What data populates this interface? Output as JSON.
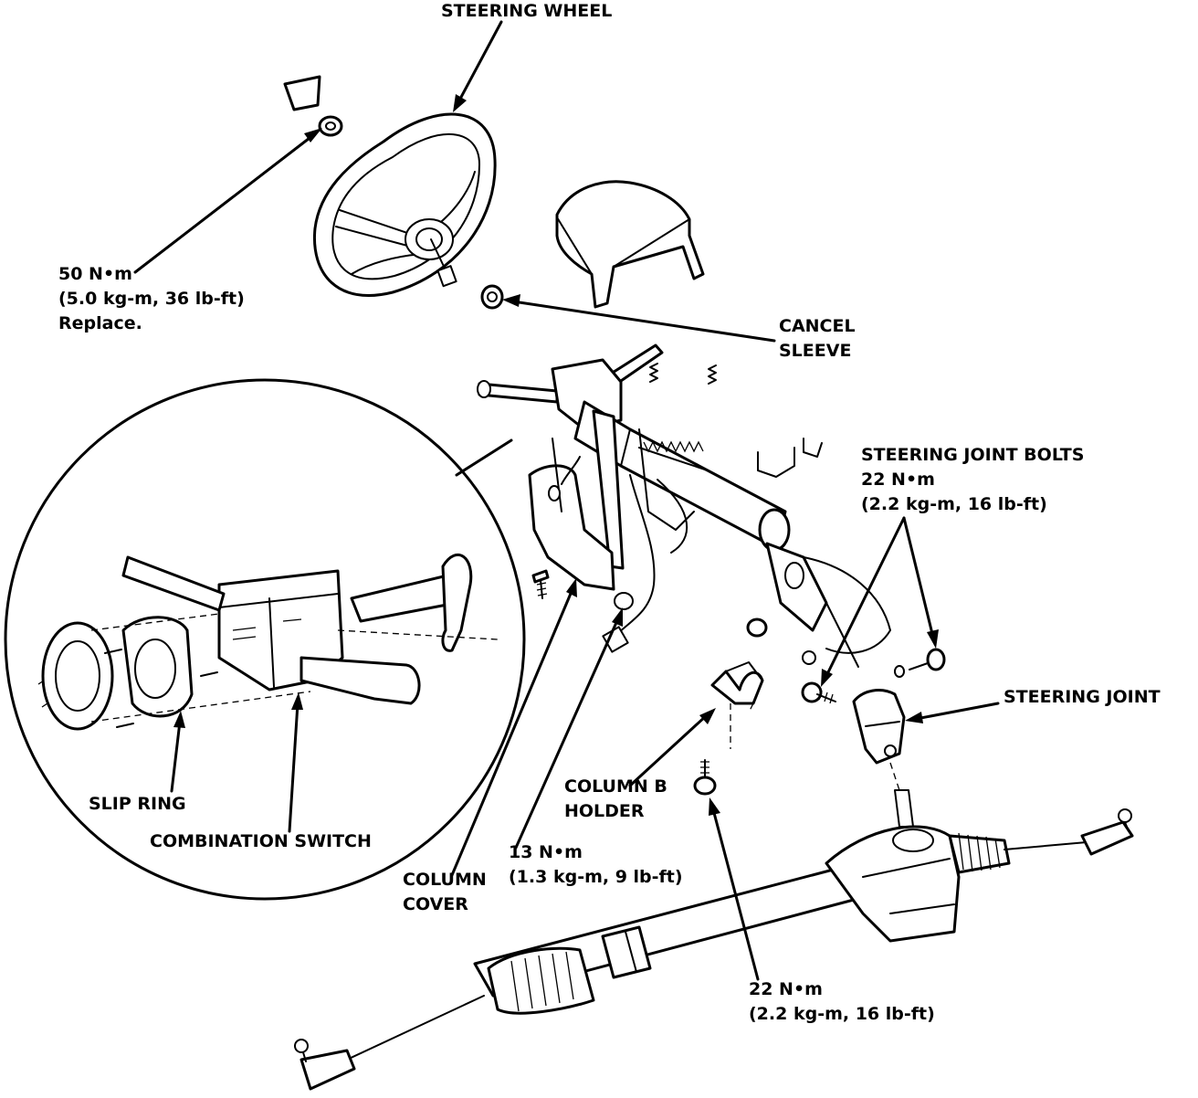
{
  "labels": {
    "steering_wheel": "STEERING WHEEL",
    "wheel_torque": [
      "50 N•m",
      "(5.0 kg-m, 36 lb-ft)",
      "Replace."
    ],
    "cancel_sleeve": [
      "CANCEL",
      "SLEEVE"
    ],
    "joint_bolts": [
      "STEERING JOINT BOLTS",
      "22 N•m",
      "(2.2 kg-m, 16 lb-ft)"
    ],
    "steering_joint": "STEERING JOINT",
    "column_b_holder": [
      "COLUMN B",
      "HOLDER"
    ],
    "holder_torque": [
      "13 N•m",
      "(1.3 kg-m, 9 lb-ft)"
    ],
    "column_cover": [
      "COLUMN",
      "COVER"
    ],
    "slip_ring": "SLIP RING",
    "combination_switch": "COMBINATION SWITCH",
    "rack_torque": [
      "22 N•m",
      "(2.2 kg-m, 16 lb-ft)"
    ]
  }
}
